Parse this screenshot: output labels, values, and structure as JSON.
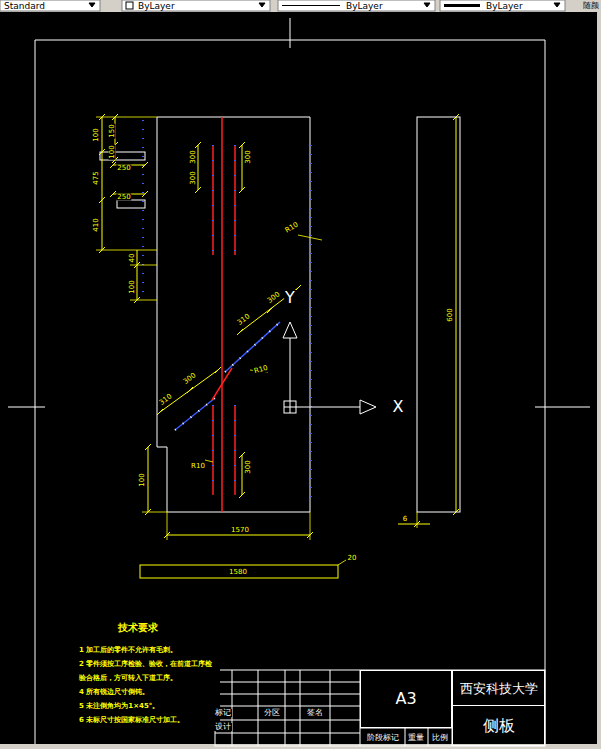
{
  "diagram": {
    "nodes": [
      {
        "text": [
          "A3"
        ]
      },
      {
        "text": [
          "西安科技大学"
        ]
      },
      {
        "text": [
          "侧板"
        ]
      }
    ],
    "labels": [
      "Standard",
      "ByLayer",
      "ByLayer",
      "ByLayer",
      "随颜",
      "100",
      "150",
      "100",
      "250",
      "475",
      "250",
      "410",
      "40",
      "100",
      "300",
      "300",
      "300",
      "R10",
      "300",
      "310",
      "R10",
      "300",
      "310",
      "R10",
      "300",
      "100",
      "1570",
      "1580",
      "20",
      "600",
      "6",
      "X",
      "Y",
      "技术要求",
      "1 加工后的零件不允许有毛刺。",
      "2 零件须按工序检验、验收，在前道工序检验合格后，方可转入下道工序。",
      "4 所有锐边尺寸倒钝。",
      "5 未注倒角均为1×45°。",
      "6 未标尺寸按国家标准尺寸加工。",
      "标记",
      "分区",
      "签名",
      "设计",
      "阶段标记",
      "重量",
      "比例"
    ]
  }
}
